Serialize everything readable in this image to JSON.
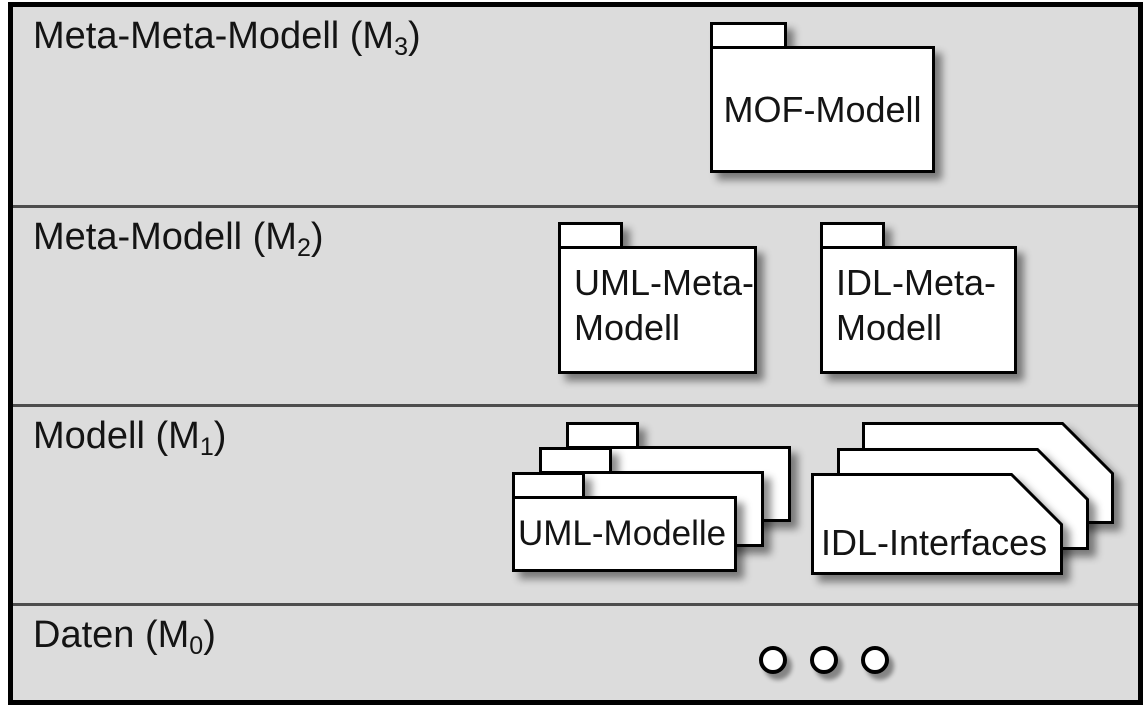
{
  "bands": [
    {
      "name": "meta-meta-modell",
      "label_pre": "Meta-Meta-Modell (M",
      "label_sub": "3",
      "label_post": ")"
    },
    {
      "name": "meta-modell",
      "label_pre": "Meta-Modell (M",
      "label_sub": "2",
      "label_post": ")"
    },
    {
      "name": "modell",
      "label_pre": "Modell (M",
      "label_sub": "1",
      "label_post": ")"
    },
    {
      "name": "daten",
      "label_pre": "Daten (M",
      "label_sub": "0",
      "label_post": ")",
      "dots_count": 3
    }
  ],
  "packages": {
    "mof": {
      "label": "MOF-Modell"
    },
    "uml_meta": {
      "line1": "UML-Meta-",
      "line2": "Modell"
    },
    "idl_meta": {
      "line1": "IDL-Meta-",
      "line2": "Modell"
    },
    "uml_models": {
      "label": "UML-Modelle",
      "stack_count": 3
    },
    "idl_interfaces": {
      "label": "IDL-Interfaces",
      "stack_count": 3
    }
  },
  "colors": {
    "band_background": "#dcdcdc",
    "shape_fill": "#ffffff",
    "line": "#000000",
    "divider": "#4d4d4d"
  }
}
